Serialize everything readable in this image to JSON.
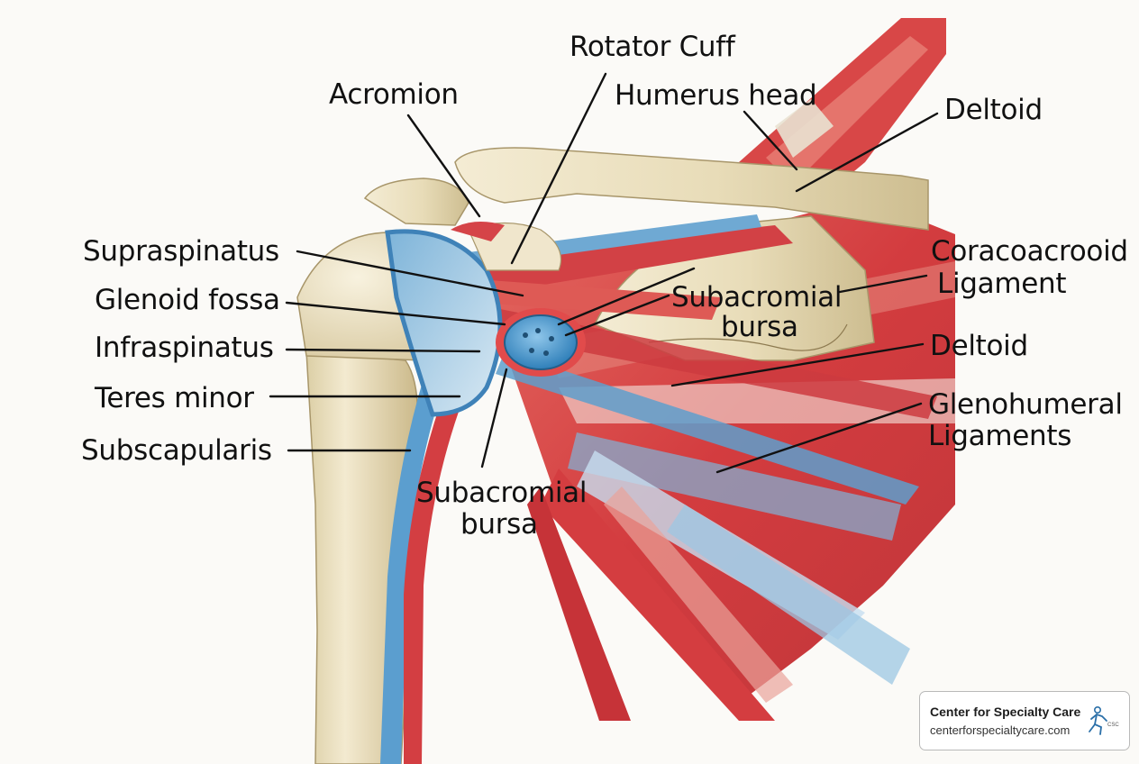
{
  "colors": {
    "bone": "#ede3c6",
    "bone_shadow": "#c9b98c",
    "muscle_red": "#d94a4a",
    "muscle_dark": "#b52f33",
    "tendon_blue": "#6fa9d3",
    "tendon_light": "#cfe2ef",
    "bursa_blue": "#4f9ed1",
    "line": "#111111"
  },
  "labels": {
    "rotator_cuff": "Rotator Cuff",
    "acromion": "Acromion",
    "humerus_head": "Humerus head",
    "deltoid_top": "Deltoid",
    "supraspinatus": "Supraspinatus",
    "glenoid_fossa": "Glenoid fossa",
    "infraspinatus": "Infraspinatus",
    "teres_minor": "Teres minor",
    "subscapularis": "Subscapularis",
    "coracoacroid_line1": "Coracoacrooid",
    "coracoacroid_line2": "Ligament",
    "subacromial_mid_line1": "Subacromial",
    "subacromial_mid_line2": "bursa",
    "deltoid_right": "Deltoid",
    "glenohumeral_line1": "Glenohumeral",
    "glenohumeral_line2": "Ligaments",
    "subacromial_low_line1": "Subacromial",
    "subacromial_low_line2": "bursa"
  },
  "watermark": {
    "title": "Center for Specialty Care",
    "url": "centerforspecialtycare.com",
    "logo_text": "CSC"
  }
}
